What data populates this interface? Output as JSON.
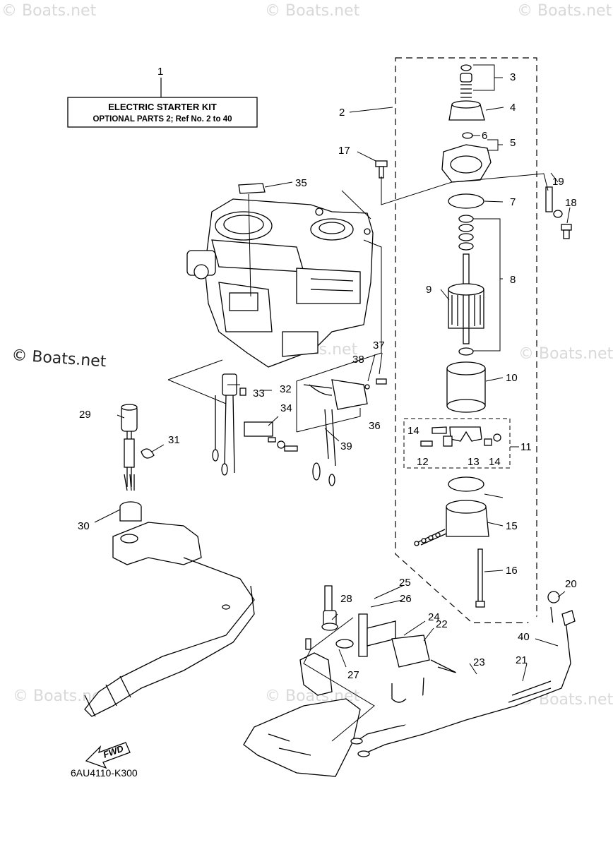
{
  "watermark": {
    "text": "© Boats.net",
    "prominent_text": "© Boats.net"
  },
  "title_box": {
    "line1": "ELECTRIC STARTER KIT",
    "line2": "OPTIONAL PARTS 2;  Ref No. 2 to 40"
  },
  "diagram_code": "6AU4110-K300",
  "fwd_label": "FWD",
  "callouts": [
    "1",
    "2",
    "3",
    "4",
    "5",
    "6",
    "7",
    "8",
    "9",
    "10",
    "11",
    "12",
    "13",
    "14",
    "15",
    "16",
    "17",
    "18",
    "19",
    "20",
    "21",
    "22",
    "23",
    "24",
    "25",
    "26",
    "27",
    "28",
    "29",
    "30",
    "31",
    "32",
    "33",
    "34",
    "35",
    "36",
    "37",
    "38",
    "39",
    "40"
  ]
}
